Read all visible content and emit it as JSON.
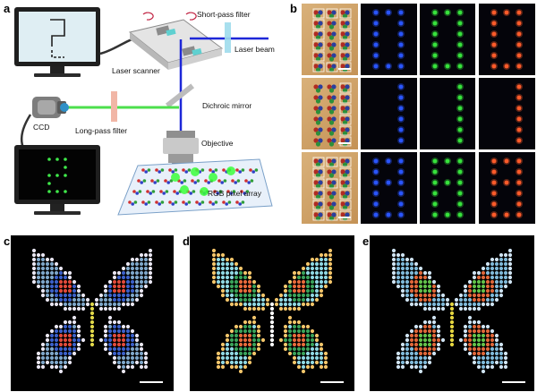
{
  "panels": {
    "a": "a",
    "b": "b",
    "c": "c",
    "d": "d",
    "e": "e"
  },
  "schematic": {
    "short_pass_filter": "Short-pass filter",
    "laser_beam": "Laser beam",
    "laser_scanner": "Laser scanner",
    "ccd": "CCD",
    "dichroic_mirror": "Dichroic mirror",
    "long_pass_filter": "Long-pass filter",
    "objective": "Objective",
    "pixel_array": "RGB pixel array"
  },
  "colors": {
    "blue_emission": "#2a55ff",
    "green_emission": "#37e23c",
    "red_emission": "#ff5b2a",
    "laser_blue": "#1d27d8",
    "laser_green": "#4cdf4c",
    "filter_cyan": "#9fdcec",
    "filter_pink": "#f1b6a6"
  }
}
